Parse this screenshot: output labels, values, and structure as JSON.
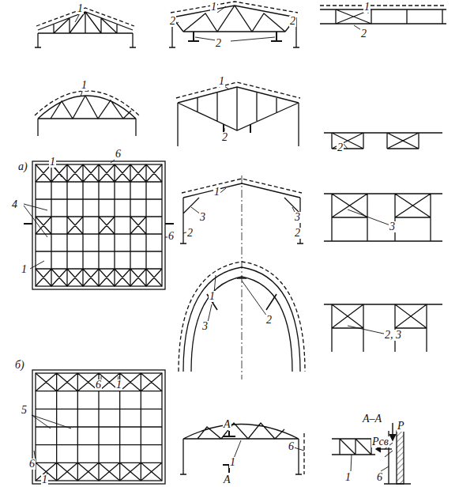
{
  "diagram": {
    "labels": [
      "1",
      "1",
      "2",
      "2",
      "2",
      "1",
      "2",
      "1",
      "1",
      "2",
      "2",
      "a)",
      "1",
      "6",
      "4",
      "6",
      "1",
      "1",
      "3",
      "3",
      "2",
      "2",
      "3",
      "1",
      "3",
      "2",
      "2, 3",
      "б)",
      "6",
      "1",
      "5",
      "6",
      "1",
      "A",
      "A",
      "1",
      "6",
      "A–A",
      "P",
      "Pсв",
      "1",
      "6"
    ]
  }
}
